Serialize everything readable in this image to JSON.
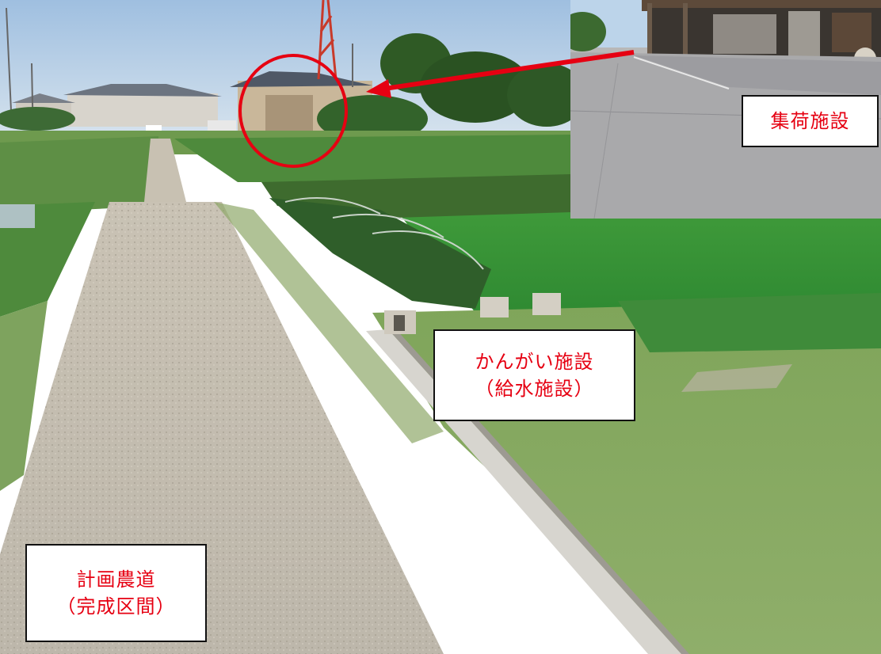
{
  "labels": {
    "facility": "集荷施設",
    "irrigation_line1": "かんがい施設",
    "irrigation_line2": "（給水施設）",
    "road_line1": "計画農道",
    "road_line2": "（完成区間）"
  },
  "colors": {
    "label_text": "#e60012",
    "arrow": "#e60012",
    "circle": "#e60012"
  }
}
